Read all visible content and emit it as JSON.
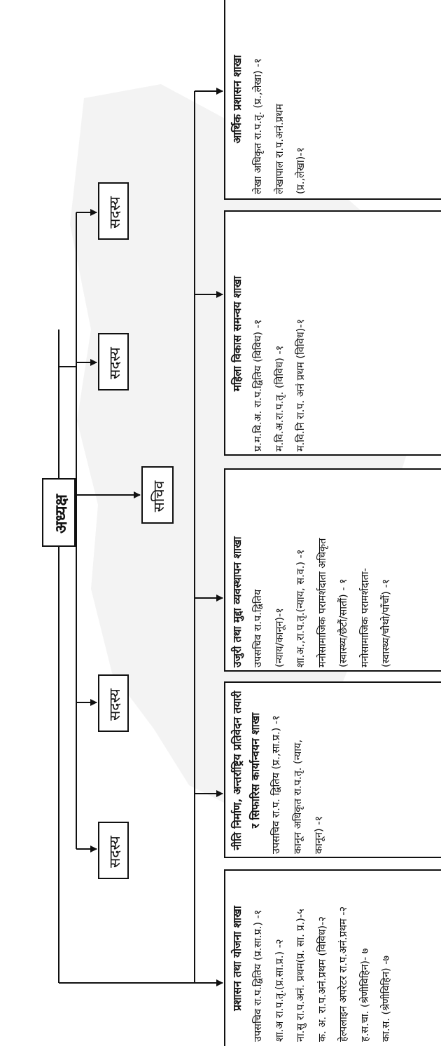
{
  "chair": "अध्यक्ष",
  "members": [
    "सदस्य",
    "सदस्य",
    "सदस्य",
    "सदस्य"
  ],
  "secretary": "सचिव",
  "branches": [
    {
      "title": "प्रशासन तथा योजना शाखा",
      "items": [
        "उपसचिव रा.प.द्वितिय (प्र.सा.प्र.) -१",
        "शा.अ रा.प.तृ.(प्र.सा.प्र.) -२",
        "ना.सु रा.प.अनं. प्रथम(प्र. सा. प्र.)-५",
        "क. अ. रा.प.अनं.प्रथम (विविध)-२",
        "हेल्पलाइन अपरेटर रा.प.अनं.प्रथम -२",
        "ह.स.चा. (श्रेणीविहिन)- ७",
        "का.स. (श्रेणीविहिन) -७"
      ]
    },
    {
      "title": "नीति निर्माण, अन्तर्राष्ट्रिय प्रतिवेदन तयारी र सिफारिस कार्यान्वयन शाखा",
      "items": [
        "उपसचिव रा.प. द्वितिय (प्र.,सा.प्र.) -१",
        "कानून अधिकृत रा.प.तृ. (न्याय,",
        "कानून) -१"
      ]
    },
    {
      "title": "उजुरी तथा मुद्दा व्यवस्थापन शाखा",
      "items": [
        "उपसचिव रा.प.द्वितिय",
        "(न्याय/कानून)-१",
        "शा.अ.,रा.प.तृ.(न्याय, स.व.) -१",
        "मनोसामाजिक परामर्शदाता अधिकृत",
        "(स्वास्थ्य/छैटौं/सातौं) - १",
        "मनोसामाजिक परामर्शदाता-",
        "(स्वास्थ्य/चौथो/पाँचौं) -१"
      ]
    },
    {
      "title": "महिला विकास समन्वय शाखा",
      "items": [
        "प्र.म.वि.अ. रा.प.द्वितिय (विविध) -१",
        "म.वि.अ.रा.प.तृ. (विविध) -१",
        "म.वि.नि रा.प. अनं प्रथम (विविध)-१"
      ]
    },
    {
      "title": "आर्थिक प्रशासन शाखा",
      "items": [
        "लेखा अधिकृत रा.प.तृ. (प्र.,लेखा) -१",
        "लेखापाल रा.प.अनं.प्रथम",
        "(प्र.,लेखा)-१"
      ]
    }
  ]
}
